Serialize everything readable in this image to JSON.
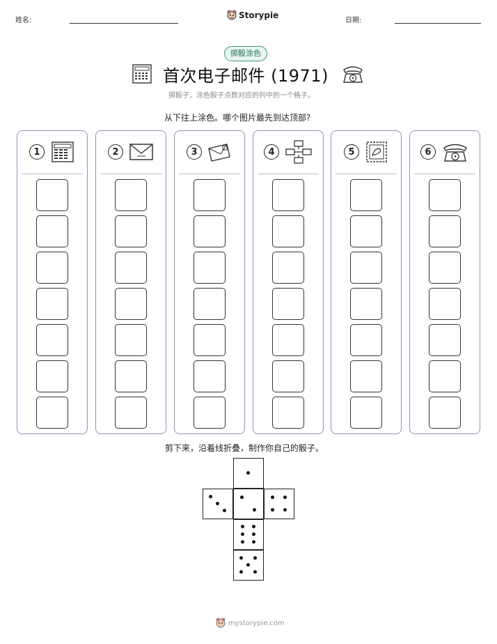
{
  "header": {
    "name_label": "姓名:",
    "date_label": "日期:",
    "brand": "Storypie"
  },
  "badge": "掷骰涂色",
  "title": "首次电子邮件 (1971)",
  "subtitle": "掷骰子，涂色骰子点数对应的列中的一个格子。",
  "instruction": "从下往上涂色。哪个图片最先到达顶部?",
  "columns": [
    {
      "number": "1",
      "icon": "newspaper-icon"
    },
    {
      "number": "2",
      "icon": "envelope-icon"
    },
    {
      "number": "3",
      "icon": "letter-icon"
    },
    {
      "number": "4",
      "icon": "network-icon"
    },
    {
      "number": "5",
      "icon": "stamp-icon"
    },
    {
      "number": "6",
      "icon": "telephone-icon"
    }
  ],
  "boxes_per_column": 7,
  "cutout_instruction": "剪下来，沿着线折叠，制作你自己的骰子。",
  "die_faces": [
    1,
    3,
    2,
    4,
    6,
    5
  ],
  "footer": {
    "url": "mystorypie.com"
  },
  "colors": {
    "column_border": "#8a95b5",
    "badge_border": "#3a9a7a",
    "badge_fill": "#e7f5ee"
  }
}
